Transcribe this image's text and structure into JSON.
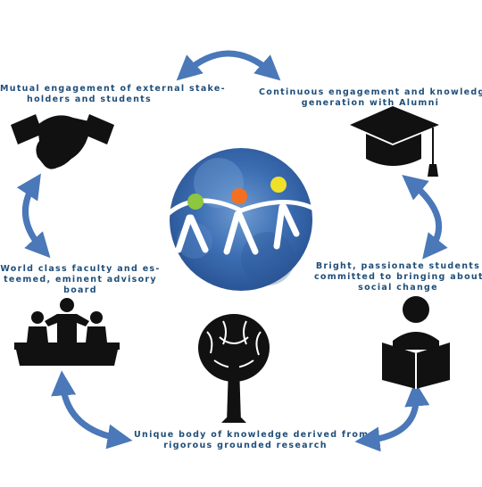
{
  "nodes": {
    "stakeholders": {
      "lines": [
        "Mutual engagement of external stake-",
        "holders and students"
      ],
      "icon": "handshake-icon"
    },
    "alumni": {
      "lines": [
        "Continuous engagement and knowledge",
        "generation with Alumni"
      ],
      "icon": "graduation-cap-icon"
    },
    "faculty": {
      "lines": [
        "World class faculty and es-",
        "teemed, eminent advisory",
        "board"
      ],
      "icon": "board-meeting-icon"
    },
    "students": {
      "lines": [
        "Bright, passionate students",
        "committed to bringing about",
        "social change"
      ],
      "icon": "reading-person-icon"
    },
    "knowledge": {
      "lines": [
        "Unique body of knowledge derived from",
        "rigorous grounded research"
      ],
      "icon": "tree-icon"
    }
  },
  "center_logo": "watercolor-circle-logo",
  "colors": {
    "label_text": "#1f4e79",
    "arrow": "#4a78b8",
    "logo_blue": "#3d6fb4",
    "dot_green": "#8dc63f",
    "dot_orange": "#f37021",
    "dot_yellow": "#f0e02a"
  }
}
